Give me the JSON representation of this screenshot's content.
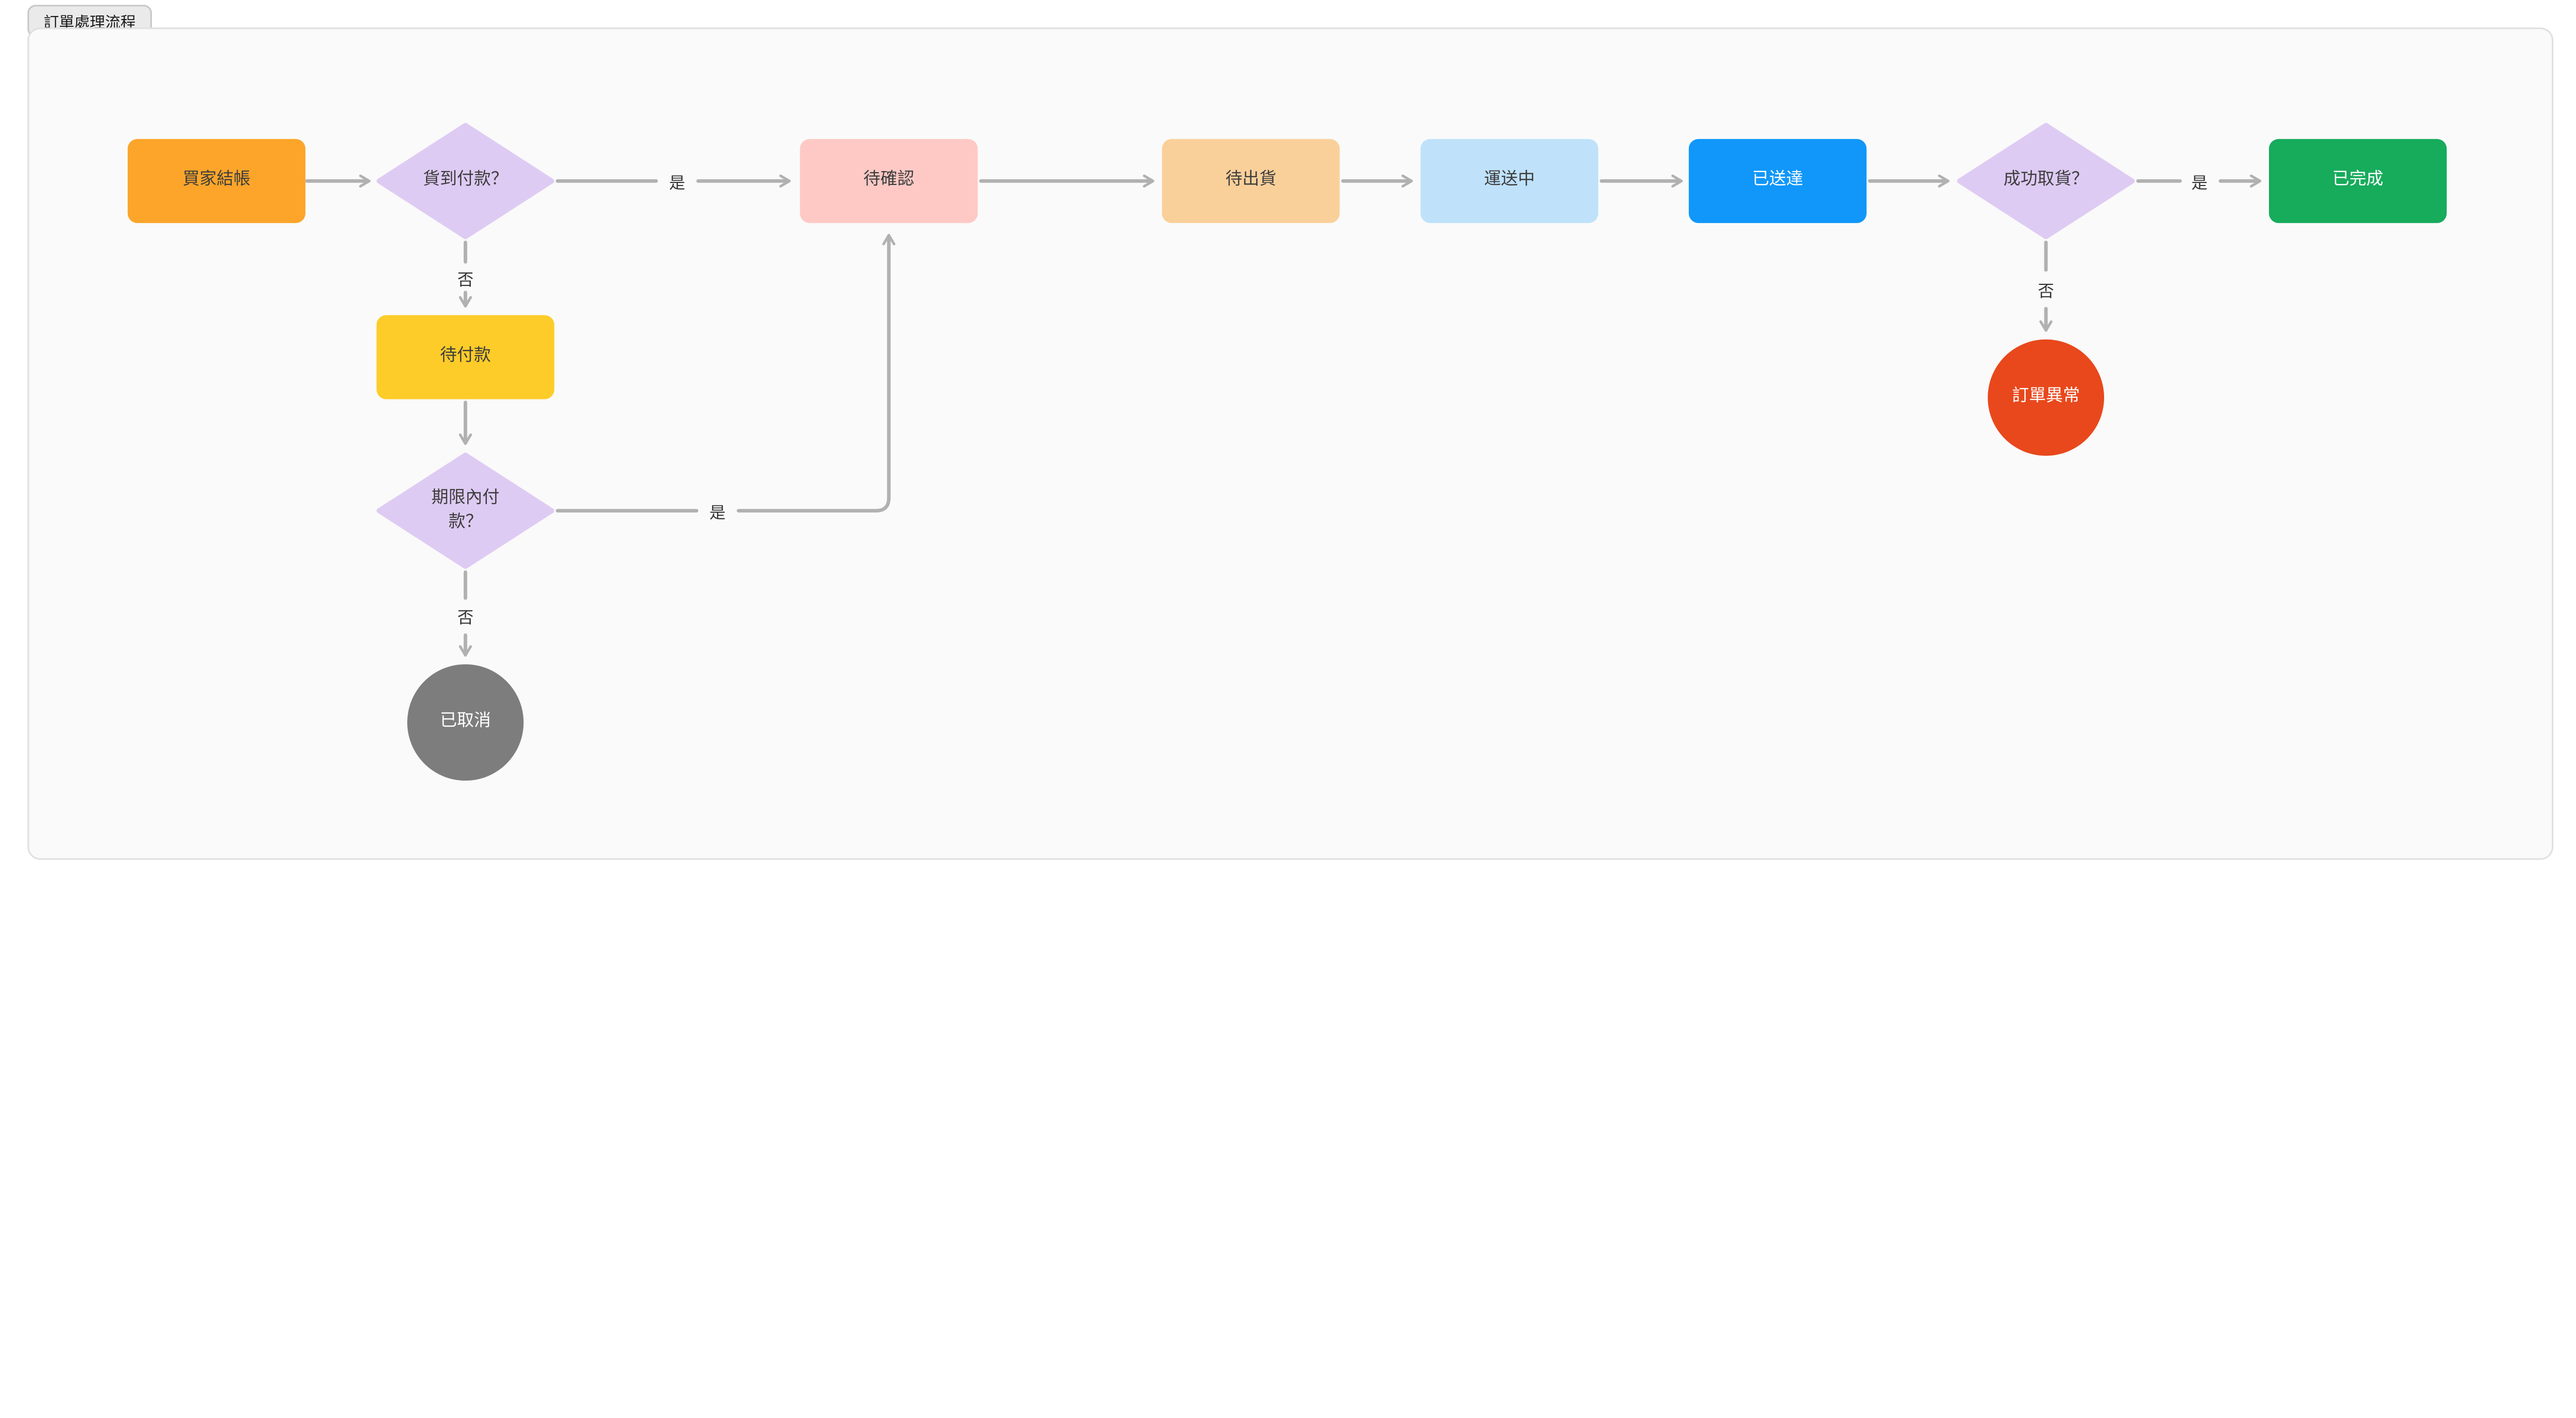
{
  "page": {
    "title_badge": "訂單處理流程",
    "background": "#FFFFFF",
    "canvas_background": "#FAFAFA",
    "canvas_border": "#E0E0E0"
  },
  "colors": {
    "edge_line": "#B1B1B1",
    "edge_label_text": "#333333",
    "badge_background": "#EAEAEA",
    "badge_border": "#C8C8C8",
    "dark_node_text": "#3D3D3D",
    "light_node_text": "#FFFFFF"
  },
  "labels": {
    "yes": "是",
    "no": "否"
  },
  "nodes": [
    {
      "id": "buyer-checkout",
      "label": "買家結帳",
      "shape": "rect",
      "color": "#FCA52A",
      "text_color": "#3D3D3D"
    },
    {
      "id": "cod-question",
      "label": "貨到付款？",
      "shape": "diamond",
      "color": "#DECBF3",
      "text_color": "#3D3D3D"
    },
    {
      "id": "pending-confirmation",
      "label": "待確認",
      "shape": "rect",
      "color": "#FEC9C5",
      "text_color": "#3D3D3D"
    },
    {
      "id": "awaiting-shipment",
      "label": "待出貨",
      "shape": "rect",
      "color": "#FAD09A",
      "text_color": "#3D3D3D"
    },
    {
      "id": "in-transit",
      "label": "運送中",
      "shape": "rect",
      "color": "#BFE2FA",
      "text_color": "#3D3D3D"
    },
    {
      "id": "delivered",
      "label": "已送達",
      "shape": "rect",
      "color": "#1097F9",
      "text_color": "#FFFFFF"
    },
    {
      "id": "pickup-question",
      "label": "成功取貨？",
      "shape": "diamond",
      "color": "#DECBF3",
      "text_color": "#3D3D3D"
    },
    {
      "id": "completed",
      "label": "已完成",
      "shape": "rect",
      "color": "#17AB5C",
      "text_color": "#FFFFFF"
    },
    {
      "id": "awaiting-payment",
      "label": "待付款",
      "shape": "rect",
      "color": "#FDCC29",
      "text_color": "#3D3D3D"
    },
    {
      "id": "deadline-question",
      "label": "期限內付款？",
      "shape": "diamond",
      "color": "#DECBF3",
      "text_color": "#3D3D3D"
    },
    {
      "id": "cancelled",
      "label": "已取消",
      "shape": "circle",
      "color": "#7D7D7D",
      "text_color": "#FFFFFF"
    },
    {
      "id": "order-abnormal",
      "label": "訂單異常",
      "shape": "circle",
      "color": "#E8481C",
      "text_color": "#FFFFFF"
    }
  ],
  "edges": [
    {
      "from": "buyer-checkout",
      "to": "cod-question",
      "label": ""
    },
    {
      "from": "cod-question",
      "to": "pending-confirmation",
      "label": "是"
    },
    {
      "from": "cod-question",
      "to": "awaiting-payment",
      "label": "否"
    },
    {
      "from": "pending-confirmation",
      "to": "awaiting-shipment",
      "label": ""
    },
    {
      "from": "awaiting-shipment",
      "to": "in-transit",
      "label": ""
    },
    {
      "from": "in-transit",
      "to": "delivered",
      "label": ""
    },
    {
      "from": "delivered",
      "to": "pickup-question",
      "label": ""
    },
    {
      "from": "pickup-question",
      "to": "completed",
      "label": "是"
    },
    {
      "from": "pickup-question",
      "to": "order-abnormal",
      "label": "否"
    },
    {
      "from": "awaiting-payment",
      "to": "deadline-question",
      "label": ""
    },
    {
      "from": "deadline-question",
      "to": "pending-confirmation",
      "label": "是"
    },
    {
      "from": "deadline-question",
      "to": "cancelled",
      "label": "否"
    }
  ]
}
